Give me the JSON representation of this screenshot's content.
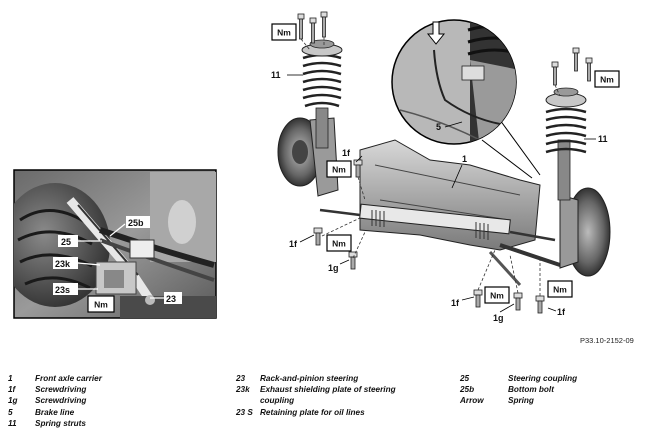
{
  "figure_id": "P33.10-2152-09",
  "torque_label": "Nm",
  "callouts": {
    "c1": "1",
    "c5": "5",
    "c11_left": "11",
    "c11_right": "11",
    "c1f_top": "1f",
    "c1f_left": "1f",
    "c1f_bottom": "1f",
    "c1f_right": "1f",
    "c1g_left": "1g",
    "c1g_bottom": "1g",
    "c23": "23",
    "c23k": "23k",
    "c23s": "23s",
    "c25": "25",
    "c25b": "25b"
  },
  "legend": {
    "col1": [
      {
        "code": "1",
        "text": "Front axle carrier"
      },
      {
        "code": "1f",
        "text": "Screwdriving"
      },
      {
        "code": "1g",
        "text": "Screwdriving"
      },
      {
        "code": "5",
        "text": "Brake line"
      },
      {
        "code": "11",
        "text": "Spring struts"
      }
    ],
    "col2": [
      {
        "code": "23",
        "text": "Rack-and-pinion steering"
      },
      {
        "code": "23k",
        "text": "Exhaust shielding plate of steering"
      },
      {
        "code": "",
        "text": "coupling"
      },
      {
        "code": "23 S",
        "text": "Retaining plate for oil lines"
      }
    ],
    "col3": [
      {
        "code": "25",
        "text": "Steering coupling"
      },
      {
        "code": "25b",
        "text": "Bottom bolt"
      },
      {
        "code": "Arrow",
        "text": "Spring"
      }
    ]
  }
}
